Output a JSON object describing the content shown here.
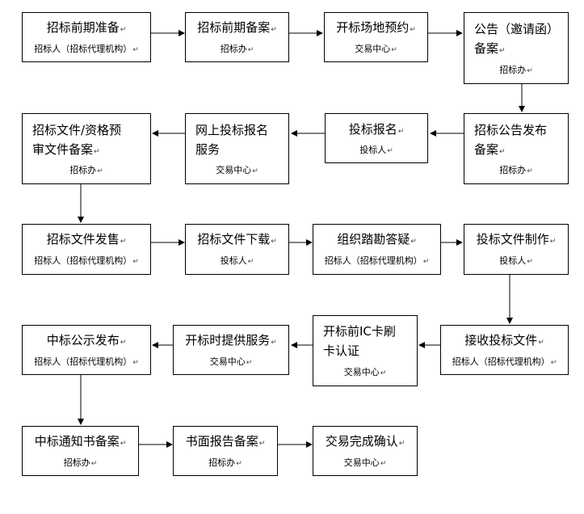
{
  "return_mark": "↵",
  "steps": {
    "s1": {
      "title": "招标前期准备",
      "sub": "招标人（招标代理机构）"
    },
    "s2": {
      "title": "招标前期备案",
      "sub": "招标办"
    },
    "s3": {
      "title": "开标场地预约",
      "sub": "交易中心"
    },
    "s4": {
      "title_lines": [
        "公告（邀请函）",
        "备案"
      ],
      "sub": "招标办"
    },
    "s5": {
      "title_lines": [
        "招标公告发布",
        "备案"
      ],
      "sub": "招标办"
    },
    "s6": {
      "title": "投标报名",
      "sub": "投标人"
    },
    "s7": {
      "title_lines": [
        "网上投标报名",
        "服务"
      ],
      "sub": "交易中心"
    },
    "s8": {
      "title_lines": [
        "招标文件/资格预",
        "审文件备案"
      ],
      "sub": "招标办"
    },
    "s9": {
      "title": "招标文件发售",
      "sub": "招标人（招标代理机构）"
    },
    "s10": {
      "title": "招标文件下载",
      "sub": "投标人"
    },
    "s11": {
      "title": "组织踏勘答疑",
      "sub": "招标人（招标代理机构）"
    },
    "s12": {
      "title": "投标文件制作",
      "sub": "投标人"
    },
    "s13": {
      "title": "接收投标文件",
      "sub": "招标人（招标代理机构）"
    },
    "s14": {
      "title_lines": [
        "开标前IC卡刷",
        "卡认证"
      ],
      "sub": "交易中心"
    },
    "s15": {
      "title": "开标时提供服务",
      "sub": "交易中心"
    },
    "s16": {
      "title": "中标公示发布",
      "sub": "招标人（招标代理机构）"
    },
    "s17": {
      "title": "中标通知书备案",
      "sub": "招标办"
    },
    "s18": {
      "title": "书面报告备案",
      "sub": "招标办"
    },
    "s19": {
      "title": "交易完成确认",
      "sub": "交易中心"
    }
  }
}
